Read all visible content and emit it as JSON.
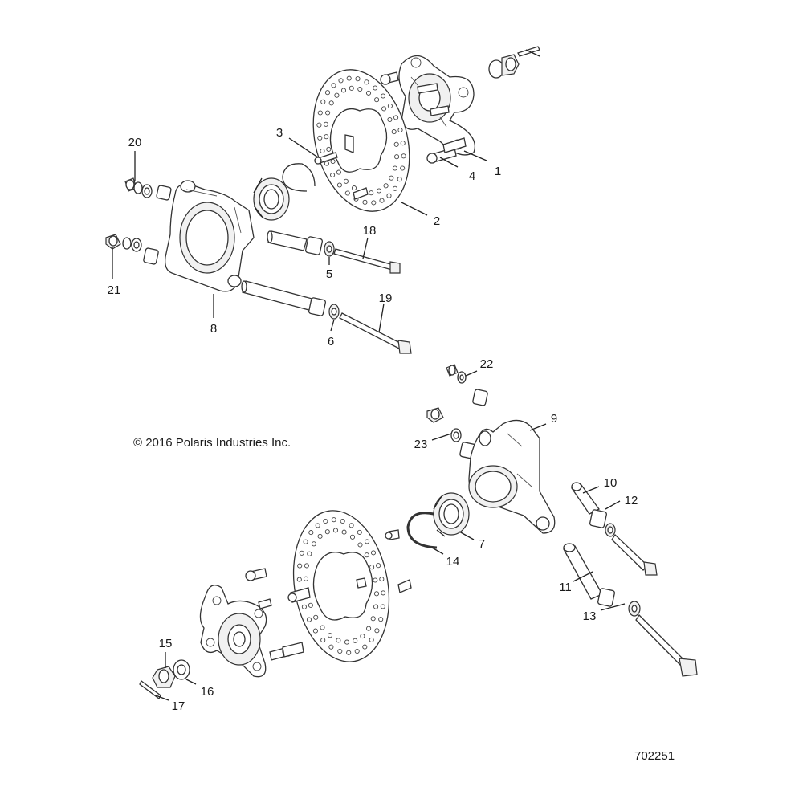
{
  "copyright": "© 2016 Polaris Industries Inc.",
  "diagram_code": "702251",
  "callouts": [
    {
      "id": "c1",
      "label": "1"
    },
    {
      "id": "c2",
      "label": "2"
    },
    {
      "id": "c3",
      "label": "3"
    },
    {
      "id": "c4",
      "label": "4"
    },
    {
      "id": "c5",
      "label": "5"
    },
    {
      "id": "c6",
      "label": "6"
    },
    {
      "id": "c7",
      "label": "7"
    },
    {
      "id": "c8",
      "label": "8"
    },
    {
      "id": "c9",
      "label": "9"
    },
    {
      "id": "c10",
      "label": "10"
    },
    {
      "id": "c11",
      "label": "11"
    },
    {
      "id": "c12",
      "label": "12"
    },
    {
      "id": "c13",
      "label": "13"
    },
    {
      "id": "c14",
      "label": "14"
    },
    {
      "id": "c15",
      "label": "15"
    },
    {
      "id": "c16",
      "label": "16"
    },
    {
      "id": "c17",
      "label": "17"
    },
    {
      "id": "c18",
      "label": "18"
    },
    {
      "id": "c19",
      "label": "19"
    },
    {
      "id": "c20",
      "label": "20"
    },
    {
      "id": "c21",
      "label": "21"
    },
    {
      "id": "c22",
      "label": "22"
    },
    {
      "id": "c23",
      "label": "23"
    }
  ]
}
